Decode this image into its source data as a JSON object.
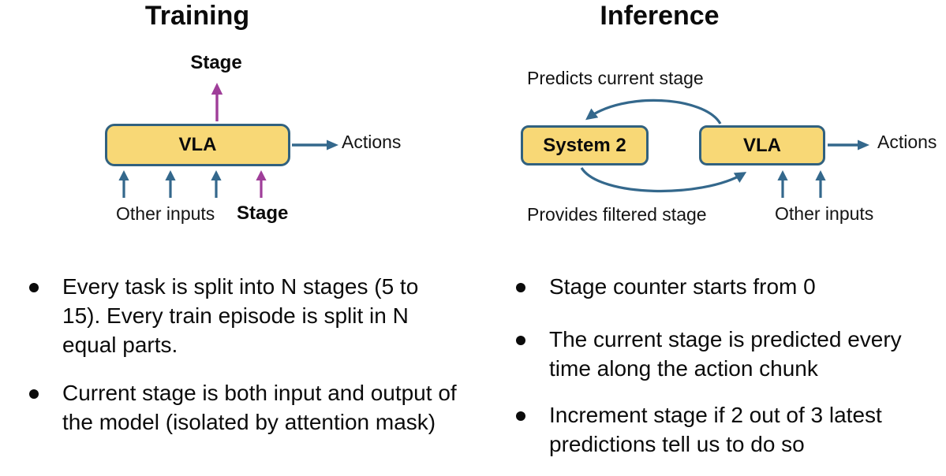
{
  "colors": {
    "box_fill": "#F8D876",
    "box_border": "#31617F",
    "arrow_blue": "#34688C",
    "arrow_purple": "#9F3E99",
    "text": "#0b0b0b"
  },
  "training": {
    "title": "Training",
    "stage_output_label": "Stage",
    "vla_box_label": "VLA",
    "actions_label": "Actions",
    "other_inputs_label": "Other inputs",
    "stage_input_label": "Stage",
    "bullets": [
      "Every task is split into N stages (5 to 15). Every train episode is split in N equal parts.",
      "Current stage is both input and output of the model (isolated by attention mask)"
    ]
  },
  "inference": {
    "title": "Inference",
    "top_arrow_label": "Predicts current stage",
    "bottom_arrow_label": "Provides filtered stage",
    "system2_box_label": "System 2",
    "vla_box_label": "VLA",
    "actions_label": "Actions",
    "other_inputs_label": "Other inputs",
    "bullets": [
      "Stage counter starts from 0",
      "The current stage is predicted every time along the action chunk",
      "Increment stage if 2 out of 3 latest predictions tell us to do so"
    ]
  }
}
